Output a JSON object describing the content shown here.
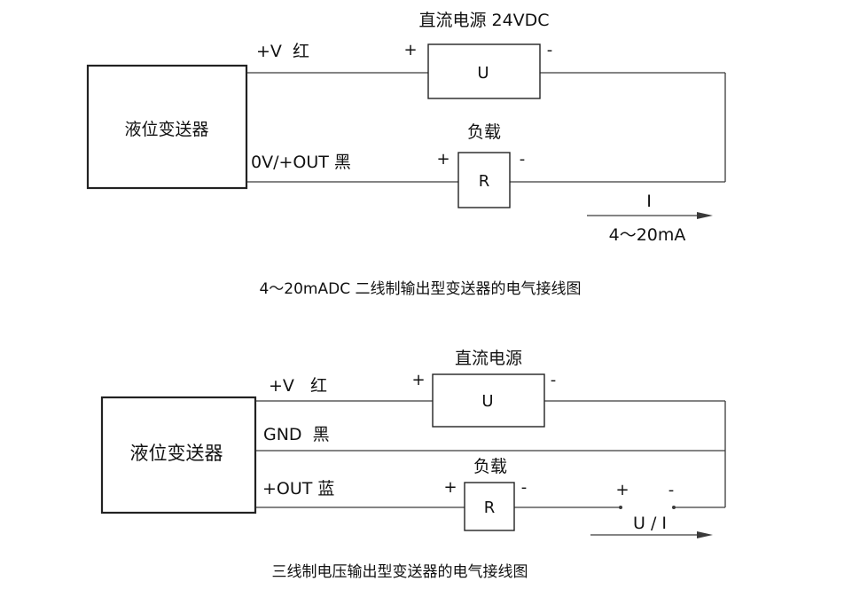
{
  "diagram_top": {
    "transmitter_label": "液位变送器",
    "supply_label": "直流电源 24VDC",
    "supply_symbol": "U",
    "supply_plus": "+",
    "supply_minus": "-",
    "wire_pos_label": "+V  红",
    "wire_out_label": "0V/+OUT 黑",
    "load_label": "负载",
    "load_symbol": "R",
    "load_plus": "+",
    "load_minus": "-",
    "current_label": "I",
    "current_range": "4～20mA",
    "caption": "4～20mADC 二线制输出型变送器的电气接线图"
  },
  "diagram_bottom": {
    "transmitter_label": "液位变送器",
    "supply_label": "直流电源",
    "supply_symbol": "U",
    "supply_plus": "+",
    "supply_minus": "-",
    "wire_pos_label": "+V   红",
    "wire_gnd_label": "GND  黑",
    "wire_out_label": "+OUT 蓝",
    "load_label": "负载",
    "load_symbol": "R",
    "load_plus": "+",
    "load_minus": "-",
    "meter_plus": "+",
    "meter_minus": "-",
    "meter_label": "U / I",
    "caption": "三线制电压输出型变送器的电气接线图"
  }
}
